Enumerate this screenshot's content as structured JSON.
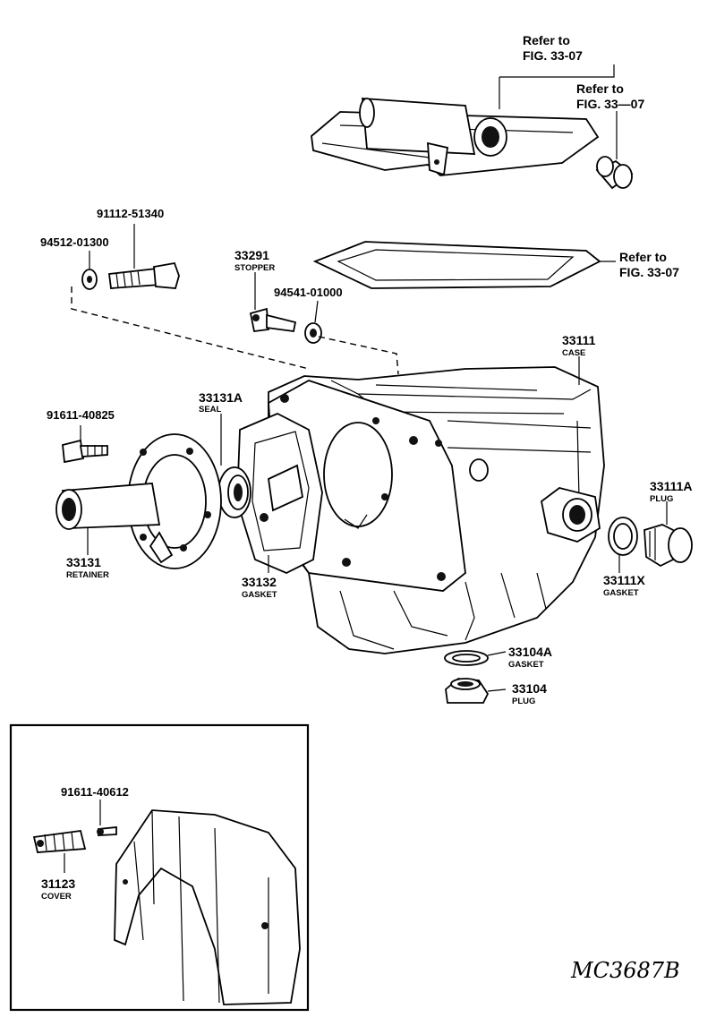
{
  "references": [
    {
      "text_1": "Refer to",
      "text_2": "FIG. 33-07"
    },
    {
      "text_1": "Refer to",
      "text_2": "FIG. 33—07"
    },
    {
      "text_1": "Refer to",
      "text_2": "FIG. 33-07"
    }
  ],
  "parts": {
    "bolt_91112": {
      "number": "91112-51340"
    },
    "washer_94512": {
      "number": "94512-01300"
    },
    "stopper": {
      "number": "33291",
      "name": "STOPPER"
    },
    "washer_94541": {
      "number": "94541-01000"
    },
    "case": {
      "number": "33111",
      "name": "CASE"
    },
    "seal": {
      "number": "33131A",
      "name": "SEAL"
    },
    "bolt_91611_825": {
      "number": "91611-40825"
    },
    "plug_33111a": {
      "number": "33111A",
      "name": "PLUG"
    },
    "retainer": {
      "number": "33131",
      "name": "RETAINER"
    },
    "gasket_33132": {
      "number": "33132",
      "name": "GASKET"
    },
    "gasket_33111x": {
      "number": "33111X",
      "name": "GASKET"
    },
    "gasket_33104a": {
      "number": "33104A",
      "name": "GASKET"
    },
    "plug_33104": {
      "number": "33104",
      "name": "PLUG"
    },
    "bolt_91611_612": {
      "number": "91611-40612"
    },
    "cover": {
      "number": "31123",
      "name": "COVER"
    }
  },
  "drawing_code": "MC3687B"
}
